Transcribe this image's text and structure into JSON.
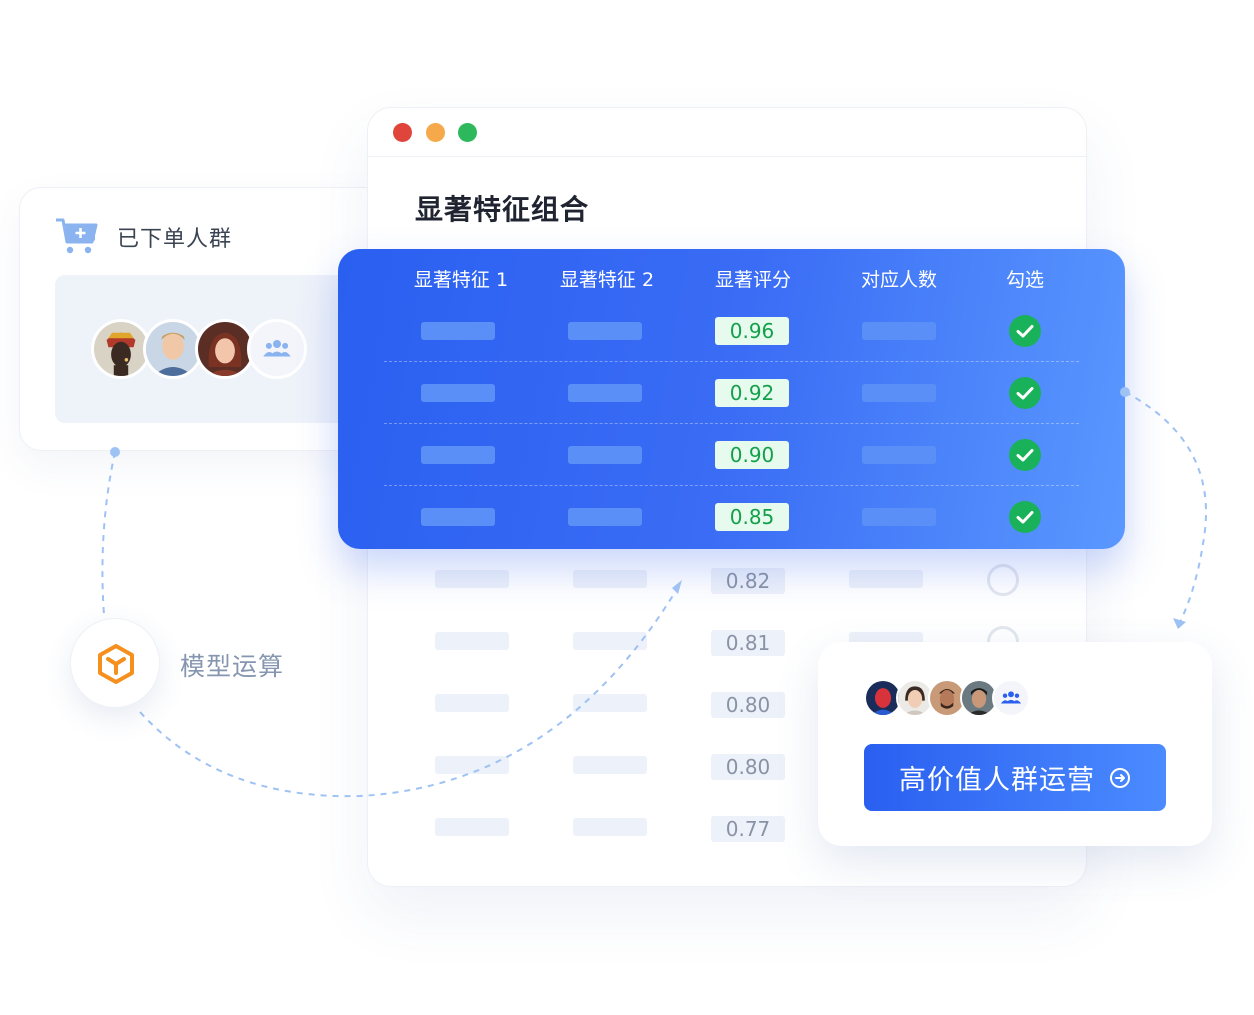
{
  "left_card": {
    "title": "已下单人群",
    "icons": [
      "cart-icon",
      "group-icon"
    ]
  },
  "window": {
    "title": "显著特征组合",
    "traffic_lights": [
      "#e0453b",
      "#f5a94b",
      "#2eb85c"
    ]
  },
  "table": {
    "headers": [
      "显著特征 1",
      "显著特征 2",
      "显著评分",
      "对应人数",
      "勾选"
    ],
    "selected_rows": [
      {
        "score": "0.96",
        "checked": true
      },
      {
        "score": "0.92",
        "checked": true
      },
      {
        "score": "0.90",
        "checked": true
      },
      {
        "score": "0.85",
        "checked": true
      }
    ],
    "other_rows": [
      {
        "score": "0.82",
        "checked": false
      },
      {
        "score": "0.81",
        "checked": false
      },
      {
        "score": "0.80",
        "checked": false
      },
      {
        "score": "0.80",
        "checked": false
      },
      {
        "score": "0.77",
        "checked": false
      }
    ]
  },
  "model": {
    "label": "模型运算",
    "icon": "hexagon-model-icon",
    "color": "#f5901e"
  },
  "right_card": {
    "button_label": "高价值人群运营",
    "button_icon": "arrow-circle-right-icon"
  },
  "colors": {
    "accent": "#2a5ff0",
    "check": "#19b25a",
    "connector": "#9ec2f4"
  }
}
